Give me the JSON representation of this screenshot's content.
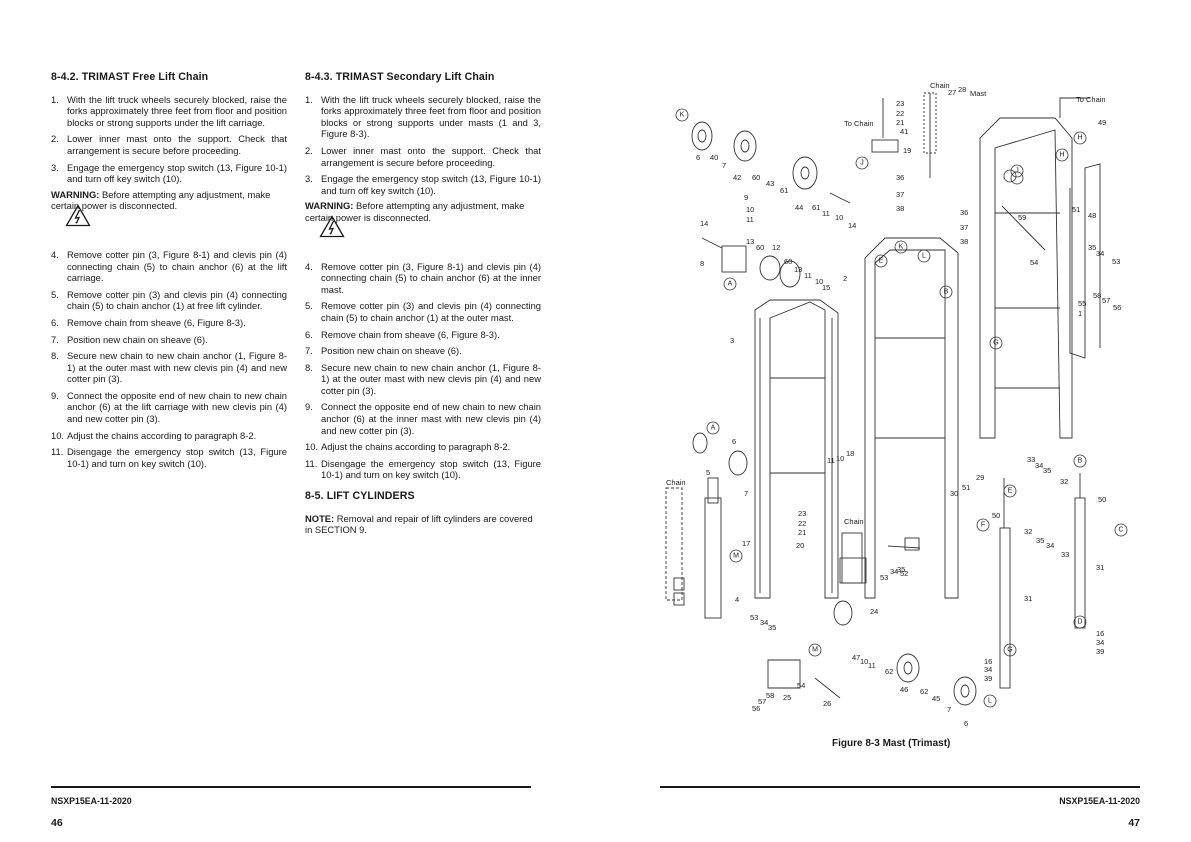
{
  "left_page": {
    "col1": {
      "heading": "8-4.2. TRIMAST Free Lift Chain",
      "steps_a": [
        {
          "n": "1.",
          "t": "With the lift truck wheels securely blocked, raise the forks approximately three feet from floor and position blocks or strong supports under the lift carriage."
        },
        {
          "n": "2.",
          "t": "Lower inner mast onto the support. Check that arrangement is secure before proceeding."
        },
        {
          "n": "3.",
          "t": "Engage the emergency stop switch (13, Figure 10-1) and turn off key switch (10)."
        }
      ],
      "warning_label": "WARNING:",
      "warning_text": "Before attempting any adjustment, make certain power is disconnected.",
      "steps_b": [
        {
          "n": "4.",
          "t": "Remove cotter pin (3, Figure 8-1) and clevis pin (4) connecting chain (5) to chain anchor (6) at the lift carriage."
        },
        {
          "n": "5.",
          "t": "Remove cotter pin (3) and clevis pin (4) connecting chain (5) to chain anchor (1) at free lift cylinder."
        },
        {
          "n": "6.",
          "t": "Remove chain from sheave (6, Figure 8-3)."
        },
        {
          "n": "7.",
          "t": "Position new chain on sheave (6)."
        },
        {
          "n": "8.",
          "t": "Secure new chain to new chain anchor (1, Figure 8-1) at the outer mast with new clevis pin (4) and new cotter pin (3)."
        },
        {
          "n": "9.",
          "t": "Connect the opposite end of new chain to new chain anchor (6) at the lift carriage with new clevis pin (4) and new cotter pin (3)."
        },
        {
          "n": "10.",
          "t": "Adjust the chains according to paragraph 8-2."
        },
        {
          "n": "11.",
          "t": "Disengage the emergency stop switch (13, Figure 10-1) and turn on key switch (10)."
        }
      ]
    },
    "col2": {
      "heading": "8-4.3. TRIMAST Secondary Lift Chain",
      "steps_a": [
        {
          "n": "1.",
          "t": "With the lift truck wheels securely blocked, raise the forks approximately three feet from floor and position blocks or strong supports under masts (1 and 3, Figure 8-3)."
        },
        {
          "n": "2.",
          "t": "Lower inner mast onto the support. Check that arrangement is secure before proceeding."
        },
        {
          "n": "3.",
          "t": "Engage the emergency stop switch (13, Figure 10-1) and turn off key switch (10)."
        }
      ],
      "warning_label": "WARNING:",
      "warning_text": "Before attempting any adjustment, make certain power is disconnected.",
      "steps_b": [
        {
          "n": "4.",
          "t": "Remove cotter pin (3, Figure 8-1) and clevis pin (4) connecting chain (5) to chain anchor (6) at the inner mast."
        },
        {
          "n": "5.",
          "t": "Remove cotter pin (3) and clevis pin (4) connecting chain (5) to chain anchor (1) at the outer mast."
        },
        {
          "n": "6.",
          "t": "Remove chain from sheave (6, Figure 8-3)."
        },
        {
          "n": "7.",
          "t": "Position new chain on sheave (6)."
        },
        {
          "n": "8.",
          "t": "Secure new chain to new chain anchor (1, Figure 8-1) at the outer mast with new clevis pin (4) and new cotter pin (3)."
        },
        {
          "n": "9.",
          "t": "Connect the opposite end of new chain to new chain anchor (6) at the inner mast with new clevis pin (4) and new cotter pin (3)."
        },
        {
          "n": "10.",
          "t": "Adjust the chains according to paragraph 8-2."
        },
        {
          "n": "11.",
          "t": "Disengage the emergency stop switch (13, Figure 10-1) and turn on key switch (10)."
        }
      ],
      "section_heading": "8-5. LIFT CYLINDERS",
      "note_label": "NOTE:",
      "note_text": "Removal and repair of lift cylinders are covered in SECTION 9."
    },
    "doc_number": "NSXP15EA-11-2020",
    "page_number": "46"
  },
  "right_page": {
    "figure_caption": "Figure 8-3 Mast (Trimast)",
    "doc_number": "NSXP15EA-11-2020",
    "page_number": "47",
    "figure_labels": {
      "chain_top": "Chain",
      "mast": "Mast",
      "to_chain_mid": "To Chain",
      "to_chain_right": "To Chain",
      "chain_left": "Chain",
      "chain_center": "Chain"
    }
  }
}
